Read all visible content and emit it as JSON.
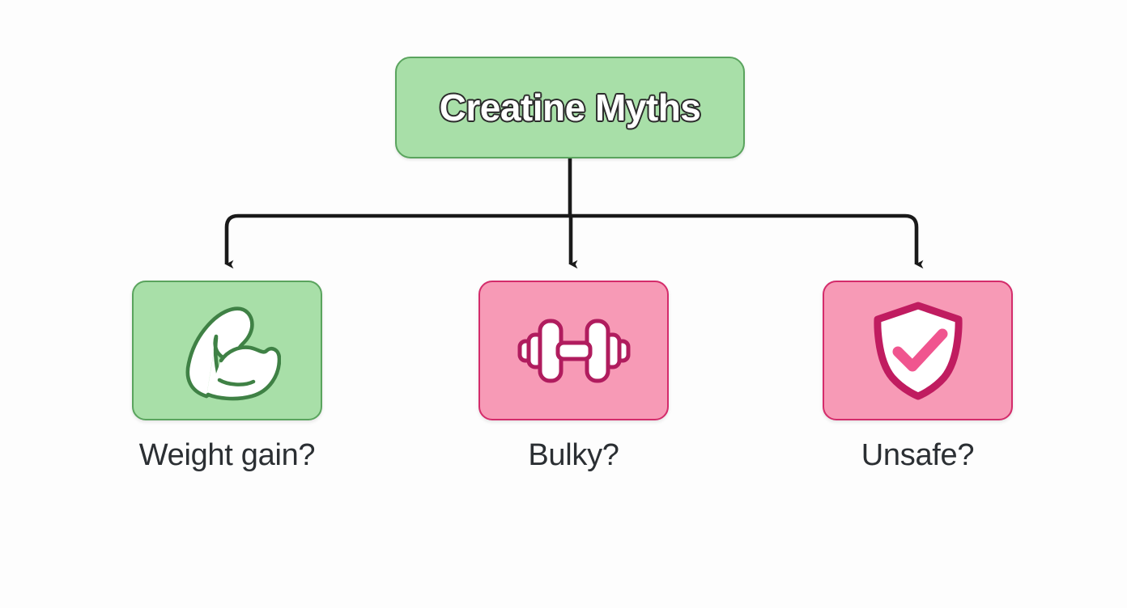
{
  "diagram": {
    "type": "flowchart",
    "orientation": "top-down",
    "background_color": "#fdfdfd",
    "root": {
      "label": "Creatine Myths",
      "fill_color": "#a8dfa8",
      "border_color": "#5aa45e",
      "text_color": "#ffffff",
      "text_outline_color": "#2b2b2b"
    },
    "connector": {
      "color": "#1a1a1a",
      "style": "elbow-with-arrowheads",
      "branch_count": 3
    },
    "leaves": [
      {
        "label": "Weight gain?",
        "icon": "flexed-bicep-icon",
        "fill_color": "#a8dfa8",
        "border_color": "#5aa45e",
        "icon_fill": "#ffffff",
        "icon_stroke": "#3f8145",
        "label_color": "#2b2f33"
      },
      {
        "label": "Bulky?",
        "icon": "dumbbell-icon",
        "fill_color": "#f79ab6",
        "border_color": "#d42c6b",
        "icon_fill": "#ffffff",
        "icon_stroke": "#b01c5e",
        "label_color": "#2b2f33"
      },
      {
        "label": "Unsafe?",
        "icon": "shield-check-icon",
        "fill_color": "#f79ab6",
        "border_color": "#d42c6b",
        "icon_fill": "#ffffff",
        "icon_stroke": "#c01c60",
        "icon_accent": "#f0558f",
        "label_color": "#2b2f33"
      }
    ]
  }
}
